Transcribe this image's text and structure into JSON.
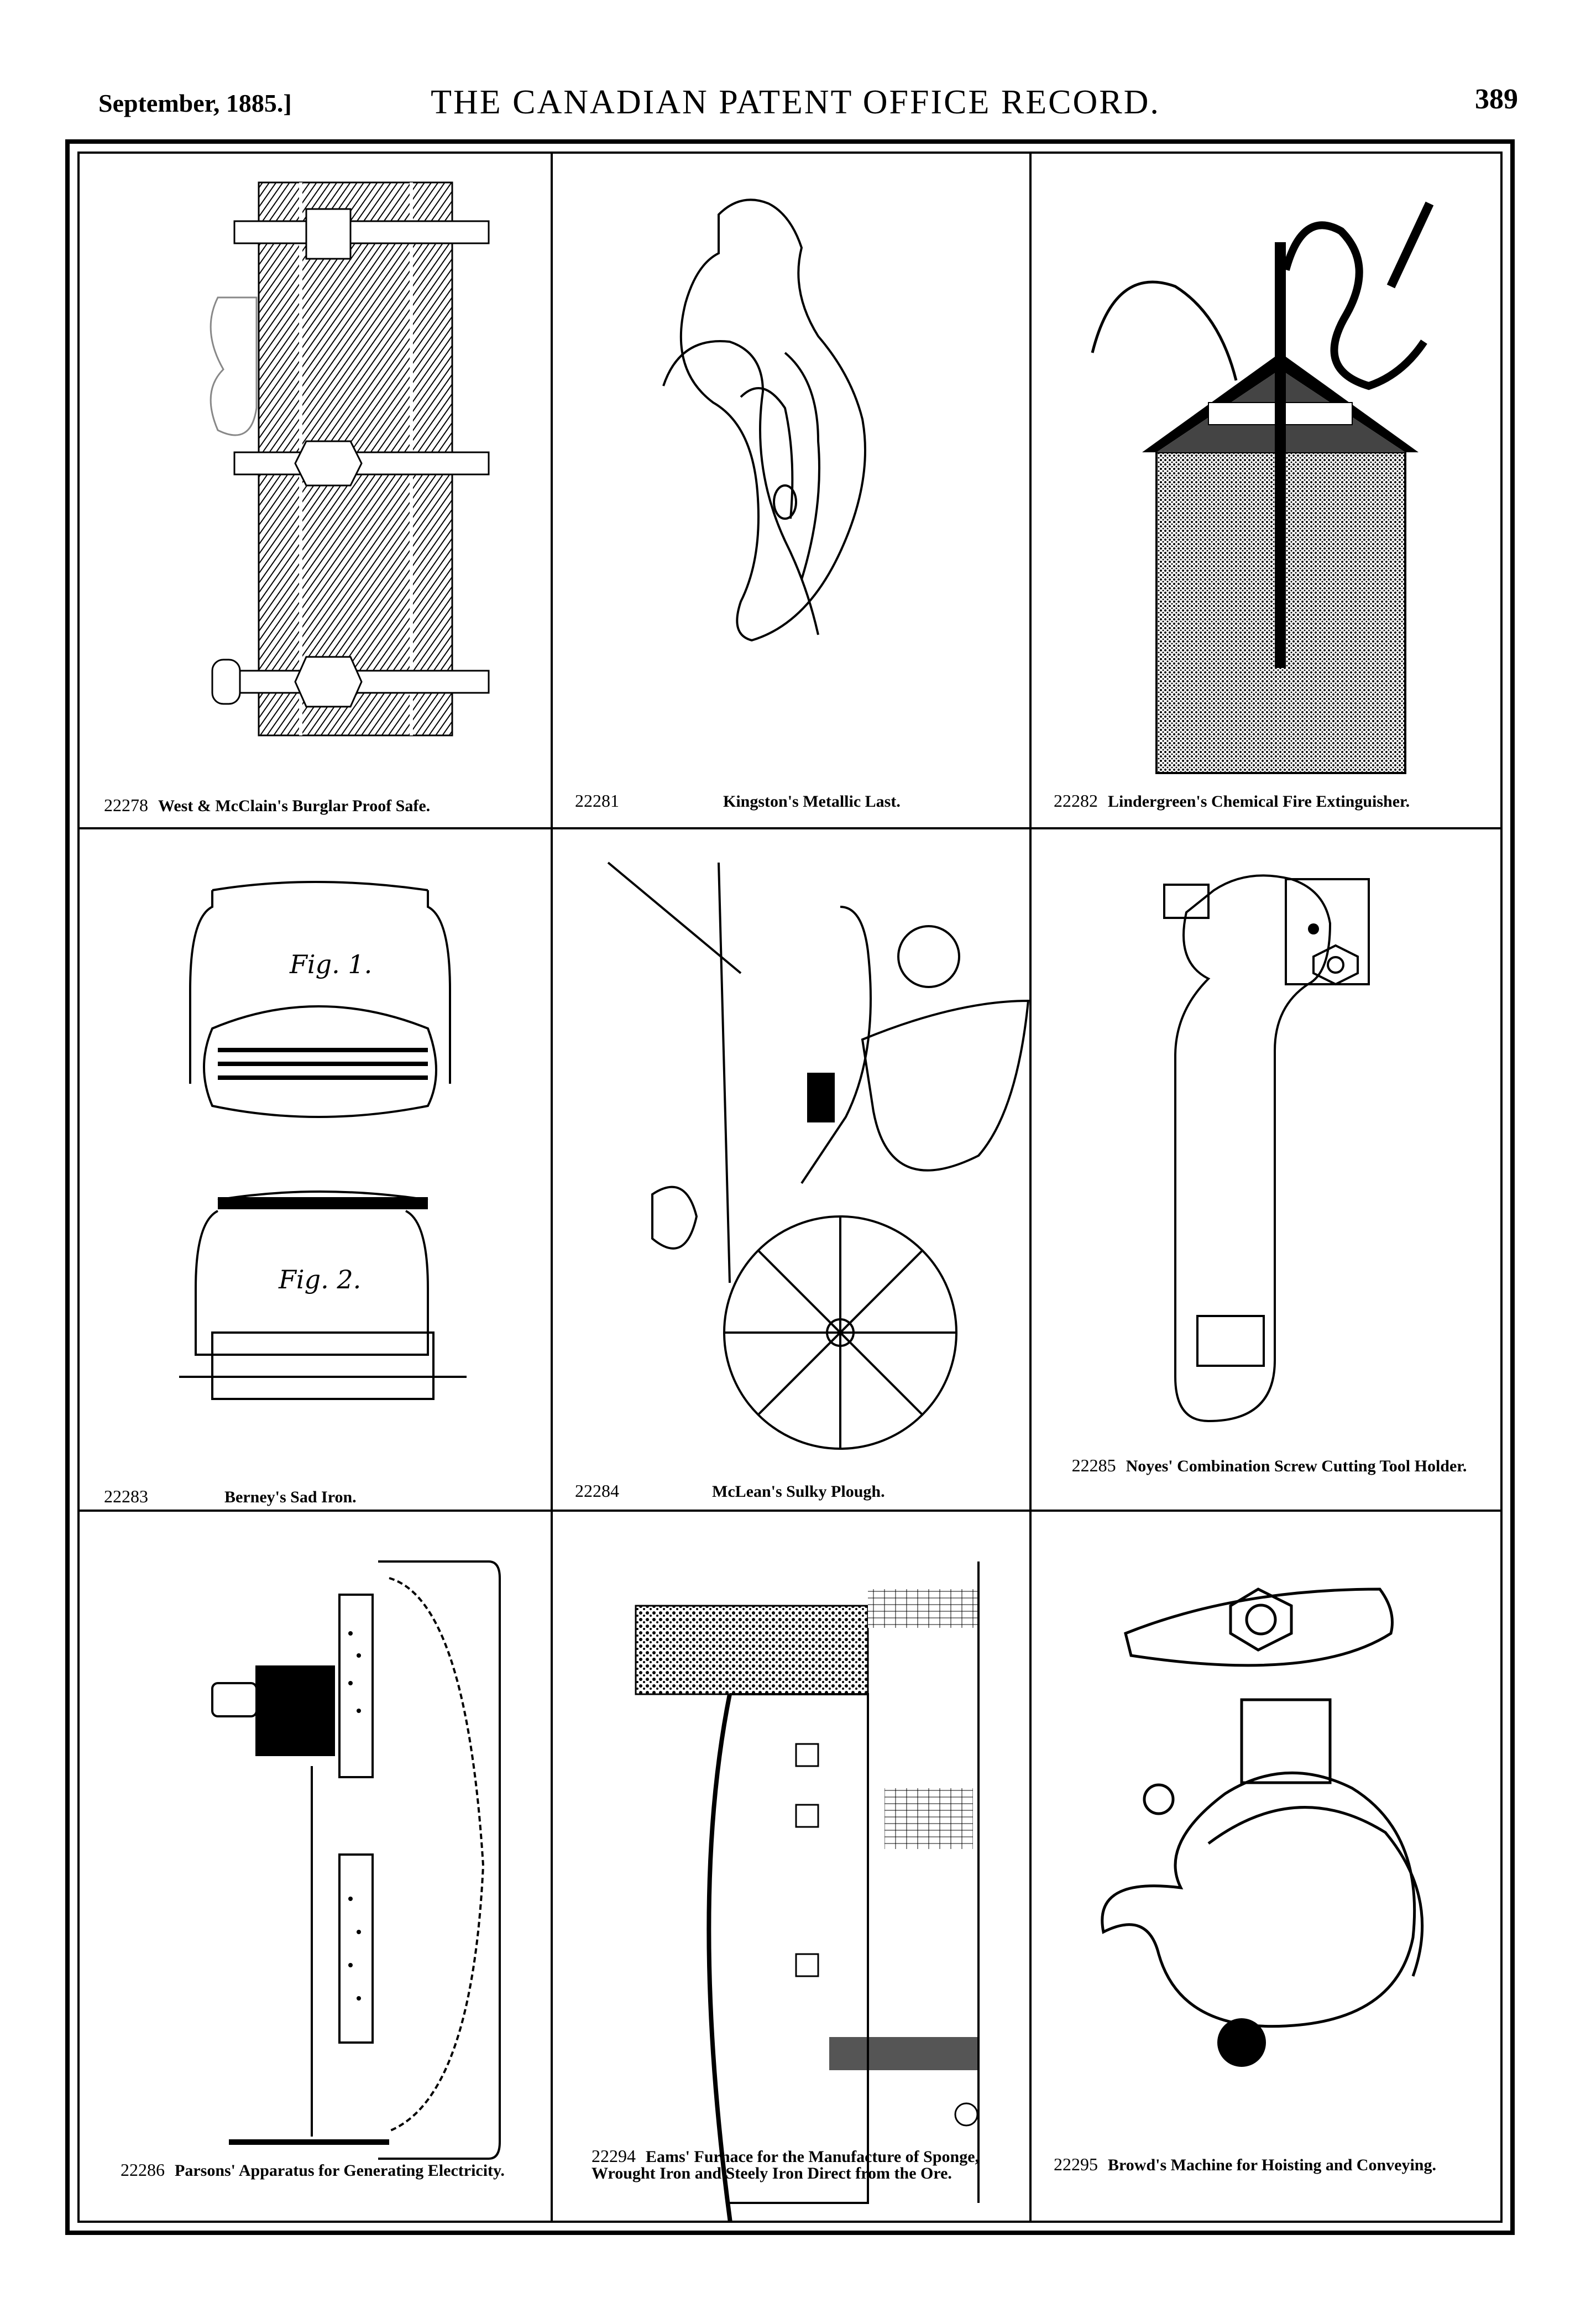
{
  "header": {
    "date": "September, 1885.]",
    "title": "THE CANADIAN PATENT OFFICE RECORD.",
    "page": "389"
  },
  "patents": [
    {
      "number": "22278",
      "title": "West & McClain's Burglar Proof Safe."
    },
    {
      "number": "22281",
      "title": "Kingston's Metallic Last."
    },
    {
      "number": "22282",
      "title": "Lindergreen's Chemical Fire Extinguisher."
    },
    {
      "number": "22283",
      "title": "Berney's Sad Iron."
    },
    {
      "number": "22284",
      "title": "McLean's Sulky Plough."
    },
    {
      "number": "22285",
      "title": "Noyes' Combination Screw Cutting Tool Holder."
    },
    {
      "number": "22286",
      "title": "Parsons' Apparatus for Generating Electricity."
    },
    {
      "number": "22294",
      "title": "Eams' Furnace for the Manufacture of Sponge, Wrought Iron and Steely Iron Direct from the Ore."
    },
    {
      "number": "22295",
      "title": "Browd's Machine for Hoisting and Conveying."
    }
  ],
  "figure_labels": {
    "fig1": "Fig. 1.",
    "fig2": "Fig. 2."
  }
}
